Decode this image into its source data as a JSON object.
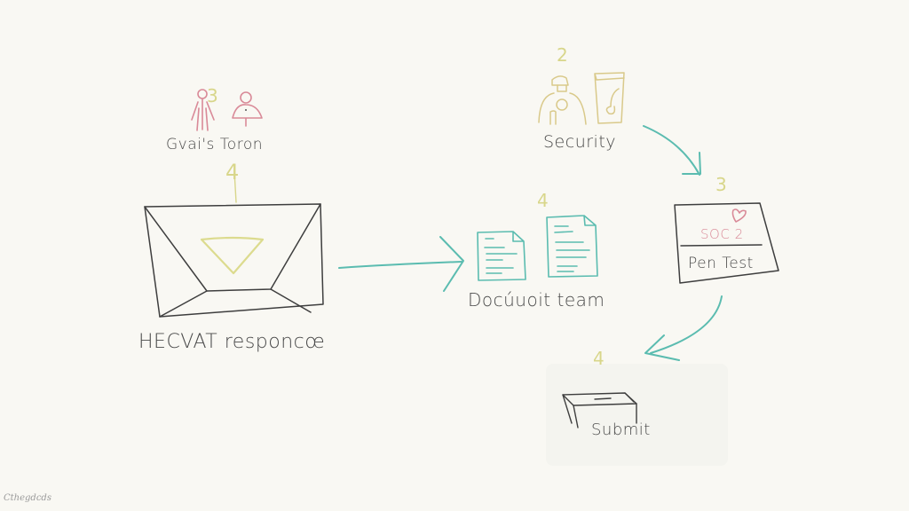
{
  "diagram": {
    "colors": {
      "background": "#f9f8f3",
      "ink": "#4a4a4a",
      "accent_teal": "#5bbcb0",
      "accent_yellow": "#d8d68a",
      "accent_pink": "#d98a98",
      "accent_gold": "#d9c98a"
    },
    "nodes": {
      "guest_person": {
        "number": "3",
        "label": "Gvai's Toron",
        "icon": "people-icon"
      },
      "hecvat": {
        "number": "4",
        "label": "HECVAT responcœ",
        "icon": "envelope-icon"
      },
      "document_team": {
        "number": "4",
        "label": "Docúuoit team",
        "icon": "document-icon"
      },
      "security": {
        "number": "2",
        "label": "Security",
        "icon": "security-person-icon"
      },
      "soc_pen": {
        "number": "3",
        "label_top": "SOC 2",
        "label_bottom": "Pen Test",
        "icon": "heart-icon"
      },
      "submit": {
        "number": "4",
        "label": "Submit",
        "icon": "tray-icon"
      }
    },
    "edges": [
      {
        "from": "hecvat",
        "to": "document_team",
        "color": "#5bbcb0"
      },
      {
        "from": "security",
        "to": "soc_pen",
        "color": "#5bbcb0"
      },
      {
        "from": "soc_pen",
        "to": "submit",
        "color": "#5bbcb0"
      }
    ],
    "signature": "Cthegdcds"
  }
}
